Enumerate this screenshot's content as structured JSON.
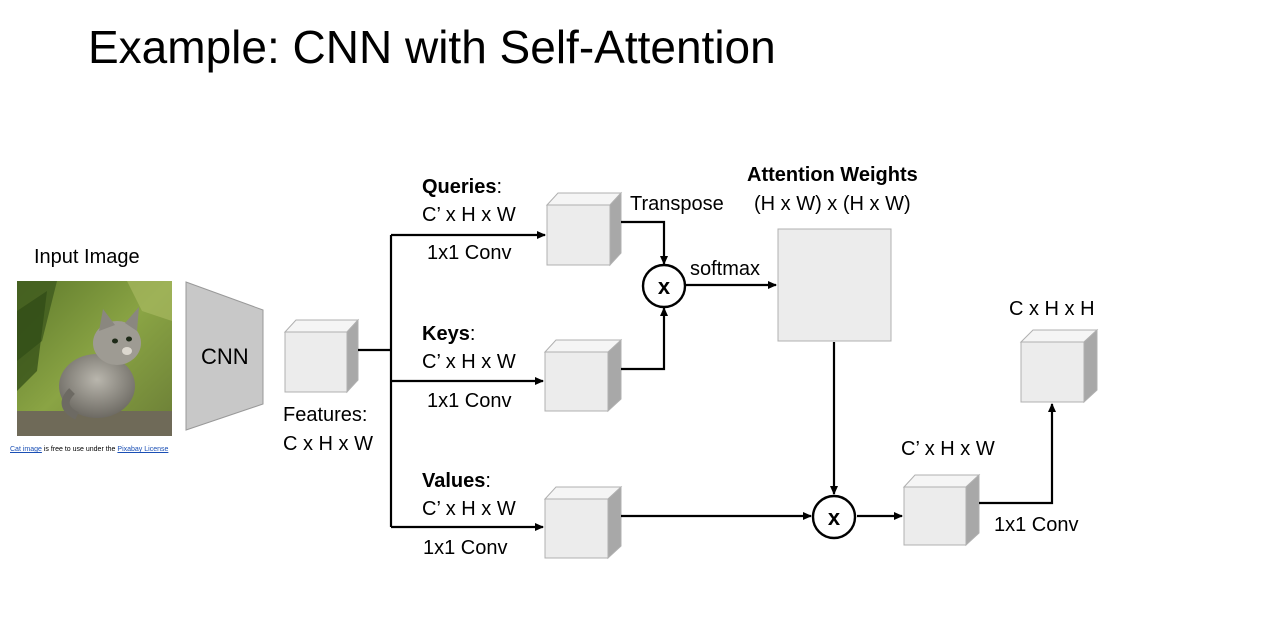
{
  "title": "Example: CNN with Self-Attention",
  "input_image": {
    "label": "Input Image",
    "credit": {
      "link1": "Cat image",
      "middle": " is free to use under the ",
      "link2": "Pixabay License"
    }
  },
  "cnn_label": "CNN",
  "features": {
    "label": "Features:",
    "shape": "C x H x W"
  },
  "queries": {
    "name": "Queries",
    "colon": ":",
    "shape": "C’ x H x W",
    "op": "1x1 Conv"
  },
  "keys": {
    "name": "Keys",
    "colon": ":",
    "shape": "C’ x H x W",
    "op": "1x1 Conv"
  },
  "values": {
    "name": "Values",
    "colon": ":",
    "shape": "C’ x H x W",
    "op": "1x1 Conv"
  },
  "transpose_label": "Transpose",
  "softmax_label": "softmax",
  "attention": {
    "title": "Attention Weights",
    "shape": "(H x W) x (H x W)"
  },
  "multiply_symbol": "x",
  "output_mid_shape": "C’ x H x W",
  "final_conv": "1x1 Conv",
  "output_shape": "C x H x H",
  "colors": {
    "box_fill": "#ececec",
    "box_top": "#f5f5f5",
    "box_side": "#a8a8a8",
    "box_stroke": "#b0b0b0",
    "cnn_fill": "#c8c8c8",
    "line": "#000000"
  }
}
